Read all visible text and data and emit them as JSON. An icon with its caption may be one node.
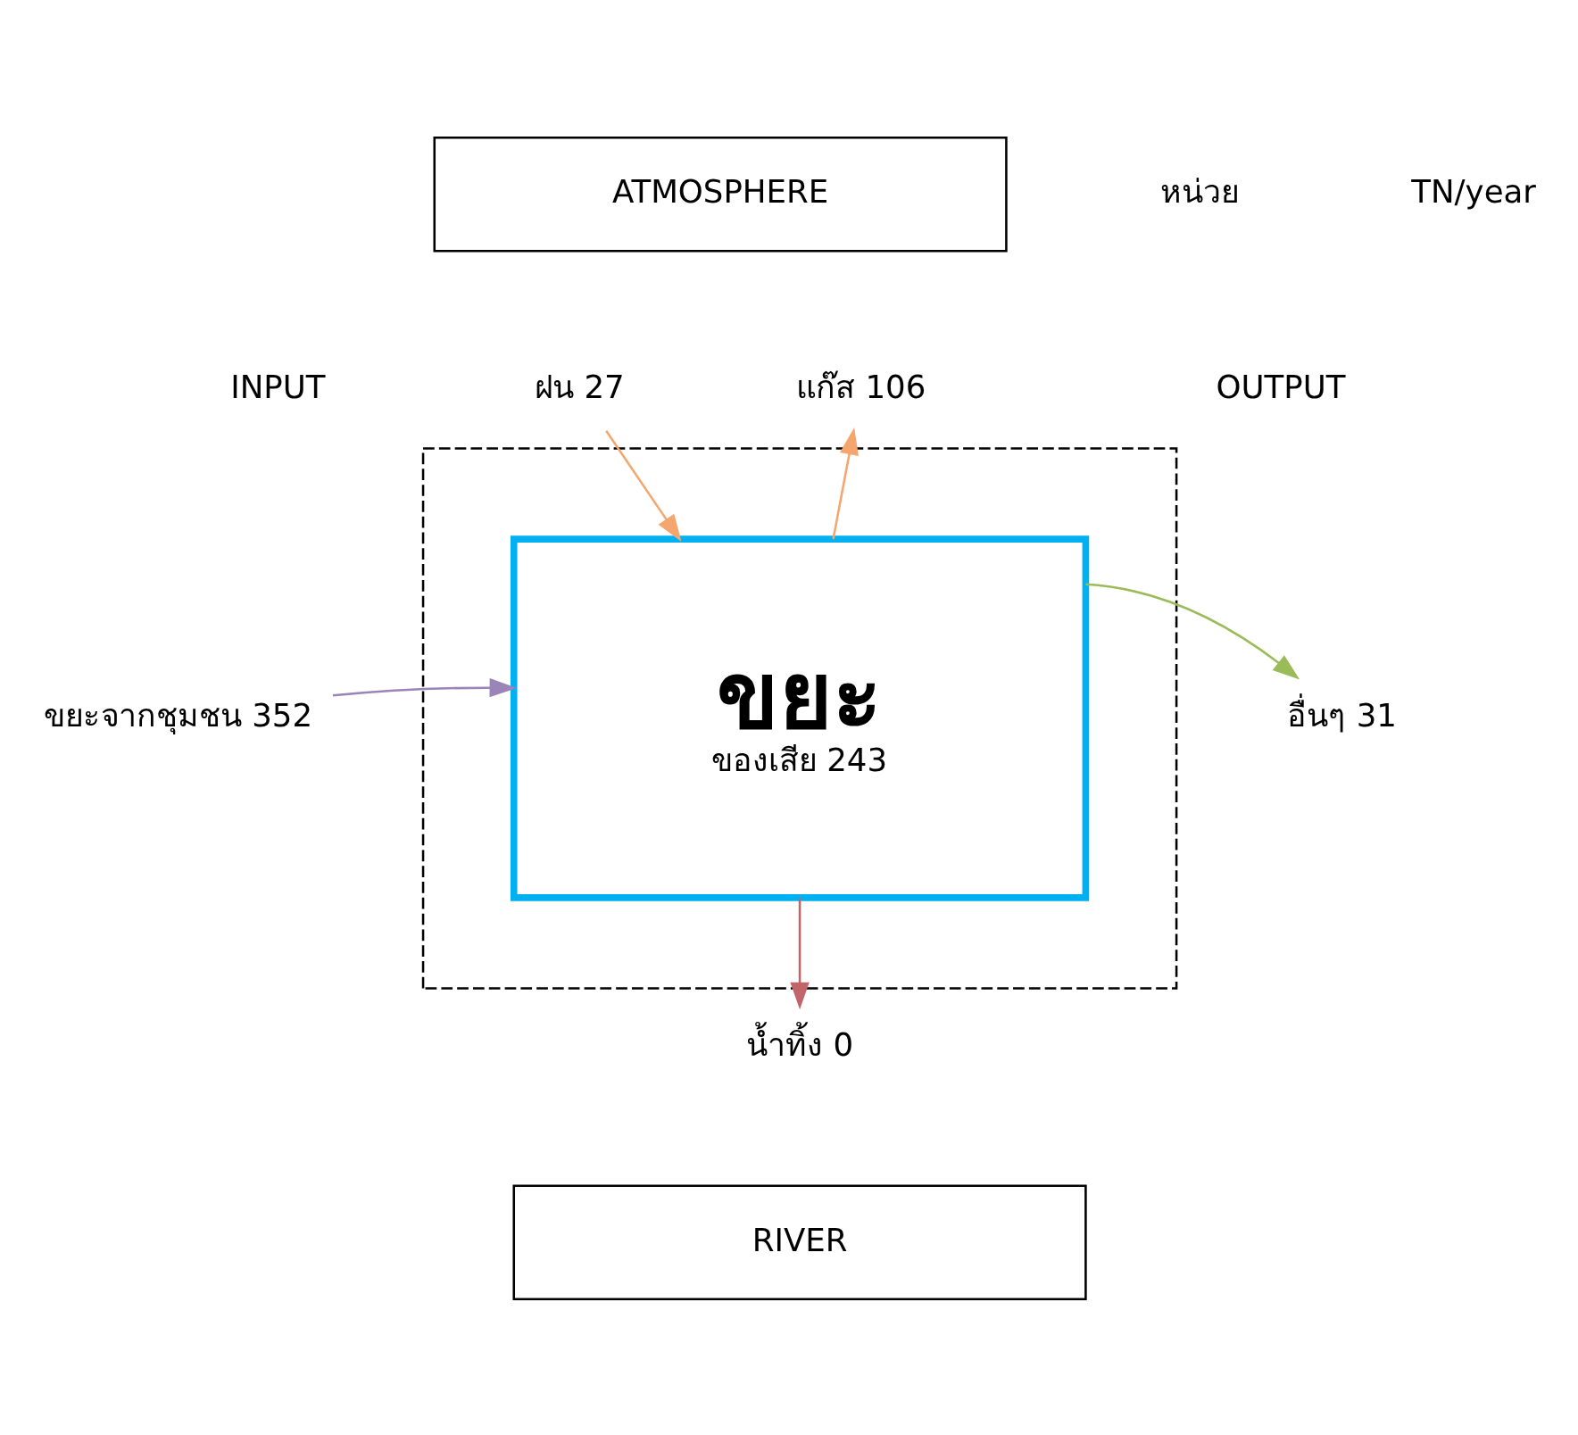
{
  "diagram": {
    "nodes": [
      {
        "text": [
          "ATMOSPHERE"
        ]
      },
      {
        "text": [],
        "shape": "box"
      },
      {
        "text": [
          "ขยะ",
          "ของเสีย 243"
        ],
        "in": 1
      },
      {
        "text": [
          "ฝน 27"
        ]
      },
      {
        "text": [
          "แก๊ส 106"
        ]
      },
      {
        "text": [
          "ขยะจากชุมชน 352"
        ]
      },
      {
        "text": [
          "อื่นๆ 31"
        ]
      },
      {
        "text": [
          "น้ำทิ้ง 0"
        ]
      },
      {
        "text": [
          "RIVER"
        ]
      }
    ],
    "edges": [
      {
        "from": 3,
        "to": 2,
        "arrow": "to",
        "color": "#f4a66e"
      },
      {
        "from": 2,
        "to": 4,
        "arrow": "to",
        "color": "#f4a66e"
      },
      {
        "from": 5,
        "to": 2,
        "arrow": "to",
        "color": "#9a84b8"
      },
      {
        "from": 2,
        "to": 6,
        "arrow": "to",
        "color": "#9bbb59"
      },
      {
        "from": 2,
        "to": 7,
        "arrow": "to",
        "color": "#c0656a"
      }
    ],
    "labels": [
      "หน่วย",
      "TN/year",
      "INPUT",
      "OUTPUT"
    ]
  }
}
